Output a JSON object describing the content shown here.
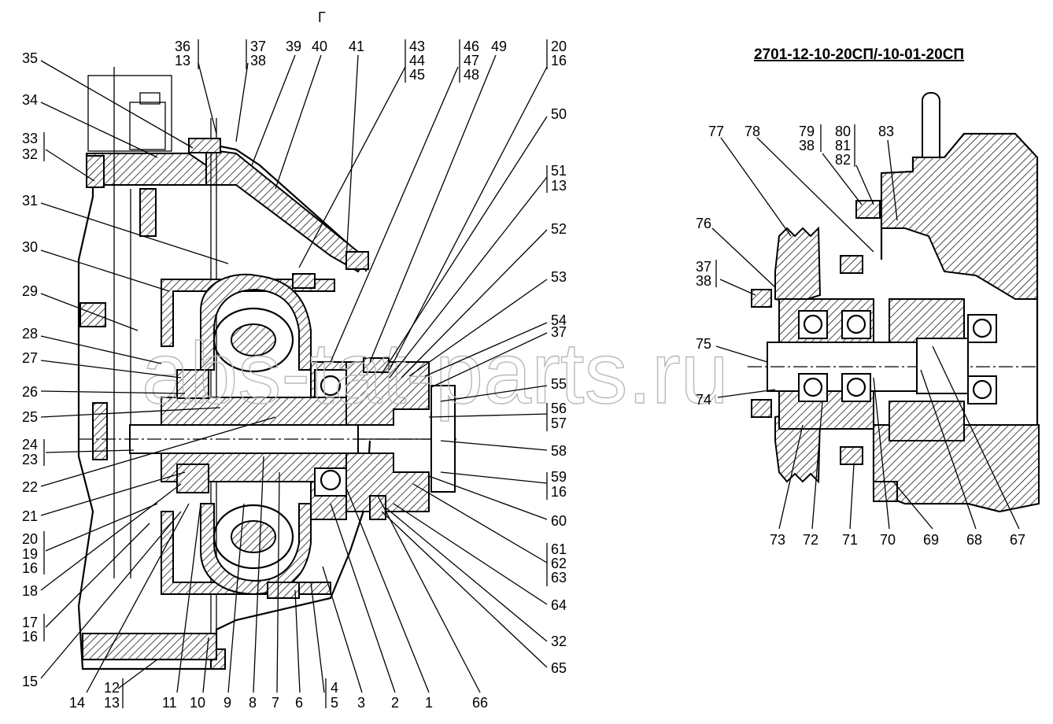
{
  "section_mark": "Г",
  "right_title": "2701-12-10-20СП/-10-01-20СП",
  "watermark": "abs-tat-parts.ru",
  "left_labels": {
    "l35": "35",
    "l34": "34",
    "l33": "33",
    "l32": "32",
    "l31": "31",
    "l30": "30",
    "l29": "29",
    "l28": "28",
    "l27": "27",
    "l26": "26",
    "l25": "25",
    "l24": "24",
    "l23": "23",
    "l22": "22",
    "l21": "21",
    "l20": "20",
    "l19": "19",
    "l16a": "16",
    "l18": "18",
    "l17": "17",
    "l16b": "16",
    "l15": "15",
    "l14": "14",
    "l12": "12",
    "l13": "13",
    "l11": "11",
    "l10": "10",
    "l9": "9",
    "l8": "8",
    "l7": "7",
    "l6": "6",
    "l4": "4",
    "l5": "5",
    "l3": "3",
    "l2": "2",
    "l1": "1",
    "l66": "66",
    "t36": "36",
    "t13": "13",
    "t37": "37",
    "t38": "38",
    "t39": "39",
    "t40": "40",
    "t41": "41",
    "t43": "43",
    "t44": "44",
    "t45": "45",
    "t46": "46",
    "t47": "47",
    "t48": "48",
    "t49": "49",
    "t20": "20",
    "t16": "16",
    "r50": "50",
    "r51": "51",
    "r13": "13",
    "r52": "52",
    "r53": "53",
    "r54": "54",
    "r37": "37",
    "r55": "55",
    "r56": "56",
    "r57": "57",
    "r58": "58",
    "r59": "59",
    "r16": "16",
    "r60": "60",
    "r61": "61",
    "r62": "62",
    "r63": "63",
    "r64": "64",
    "r32": "32",
    "r65": "65"
  },
  "right_labels": {
    "l77": "77",
    "l78": "78",
    "l79": "79",
    "l38a": "38",
    "l80": "80",
    "l81": "81",
    "l82": "82",
    "l83": "83",
    "l76": "76",
    "l37": "37",
    "l38b": "38",
    "l75": "75",
    "l74": "74",
    "l73": "73",
    "l72": "72",
    "l71": "71",
    "l70": "70",
    "l69": "69",
    "l68": "68",
    "l67": "67"
  }
}
